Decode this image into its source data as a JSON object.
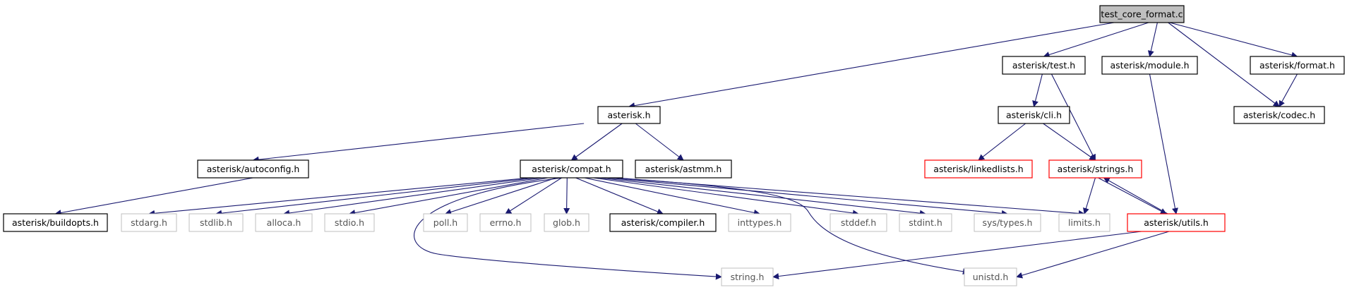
{
  "colors": {
    "edge": "#191970",
    "border_normal": "#000000",
    "border_incomplete": "#ff0000",
    "border_system": "#bfbfbf",
    "root_fill": "#bfbfbf",
    "node_fill": "#ffffff"
  },
  "nodes": [
    {
      "id": "test_core_format",
      "label": "test_core_format.c",
      "kind": "root"
    },
    {
      "id": "asterisk_h",
      "label": "asterisk.h",
      "kind": "normal"
    },
    {
      "id": "test_h",
      "label": "asterisk/test.h",
      "kind": "normal"
    },
    {
      "id": "module_h",
      "label": "asterisk/module.h",
      "kind": "normal"
    },
    {
      "id": "format_h",
      "label": "asterisk/format.h",
      "kind": "normal"
    },
    {
      "id": "codec_h",
      "label": "asterisk/codec.h",
      "kind": "normal"
    },
    {
      "id": "cli_h",
      "label": "asterisk/cli.h",
      "kind": "normal"
    },
    {
      "id": "autoconfig_h",
      "label": "asterisk/autoconfig.h",
      "kind": "normal"
    },
    {
      "id": "compat_h",
      "label": "asterisk/compat.h",
      "kind": "normal"
    },
    {
      "id": "astmm_h",
      "label": "asterisk/astmm.h",
      "kind": "normal"
    },
    {
      "id": "linkedlists_h",
      "label": "asterisk/linkedlists.h",
      "kind": "incomplete"
    },
    {
      "id": "strings_h",
      "label": "asterisk/strings.h",
      "kind": "incomplete"
    },
    {
      "id": "buildopts_h",
      "label": "asterisk/buildopts.h",
      "kind": "normal"
    },
    {
      "id": "stdarg_h",
      "label": "stdarg.h",
      "kind": "system"
    },
    {
      "id": "stdlib_h",
      "label": "stdlib.h",
      "kind": "system"
    },
    {
      "id": "alloca_h",
      "label": "alloca.h",
      "kind": "system"
    },
    {
      "id": "stdio_h",
      "label": "stdio.h",
      "kind": "system"
    },
    {
      "id": "poll_h",
      "label": "poll.h",
      "kind": "system"
    },
    {
      "id": "errno_h",
      "label": "errno.h",
      "kind": "system"
    },
    {
      "id": "glob_h",
      "label": "glob.h",
      "kind": "system"
    },
    {
      "id": "compiler_h",
      "label": "asterisk/compiler.h",
      "kind": "normal"
    },
    {
      "id": "inttypes_h",
      "label": "inttypes.h",
      "kind": "system"
    },
    {
      "id": "stddef_h",
      "label": "stddef.h",
      "kind": "system"
    },
    {
      "id": "stdint_h",
      "label": "stdint.h",
      "kind": "system"
    },
    {
      "id": "systypes_h",
      "label": "sys/types.h",
      "kind": "system"
    },
    {
      "id": "limits_h",
      "label": "limits.h",
      "kind": "system"
    },
    {
      "id": "utils_h",
      "label": "asterisk/utils.h",
      "kind": "incomplete"
    },
    {
      "id": "string_h",
      "label": "string.h",
      "kind": "system"
    },
    {
      "id": "unistd_h",
      "label": "unistd.h",
      "kind": "system"
    }
  ],
  "edges": [
    [
      "test_core_format",
      "asterisk_h"
    ],
    [
      "test_core_format",
      "test_h"
    ],
    [
      "test_core_format",
      "module_h"
    ],
    [
      "test_core_format",
      "format_h"
    ],
    [
      "test_core_format",
      "codec_h"
    ],
    [
      "test_h",
      "cli_h"
    ],
    [
      "test_h",
      "strings_h"
    ],
    [
      "module_h",
      "utils_h"
    ],
    [
      "format_h",
      "codec_h"
    ],
    [
      "asterisk_h",
      "autoconfig_h"
    ],
    [
      "asterisk_h",
      "compat_h"
    ],
    [
      "asterisk_h",
      "astmm_h"
    ],
    [
      "cli_h",
      "linkedlists_h"
    ],
    [
      "cli_h",
      "strings_h"
    ],
    [
      "autoconfig_h",
      "buildopts_h"
    ],
    [
      "compat_h",
      "stdarg_h"
    ],
    [
      "compat_h",
      "stdlib_h"
    ],
    [
      "compat_h",
      "alloca_h"
    ],
    [
      "compat_h",
      "stdio_h"
    ],
    [
      "compat_h",
      "poll_h"
    ],
    [
      "compat_h",
      "errno_h"
    ],
    [
      "compat_h",
      "glob_h"
    ],
    [
      "compat_h",
      "compiler_h"
    ],
    [
      "compat_h",
      "inttypes_h"
    ],
    [
      "compat_h",
      "stddef_h"
    ],
    [
      "compat_h",
      "stdint_h"
    ],
    [
      "compat_h",
      "systypes_h"
    ],
    [
      "compat_h",
      "limits_h"
    ],
    [
      "compat_h",
      "string_h"
    ],
    [
      "compat_h",
      "unistd_h"
    ],
    [
      "strings_h",
      "limits_h"
    ],
    [
      "strings_h",
      "utils_h"
    ],
    [
      "utils_h",
      "strings_h"
    ],
    [
      "utils_h",
      "string_h"
    ],
    [
      "utils_h",
      "unistd_h"
    ]
  ]
}
